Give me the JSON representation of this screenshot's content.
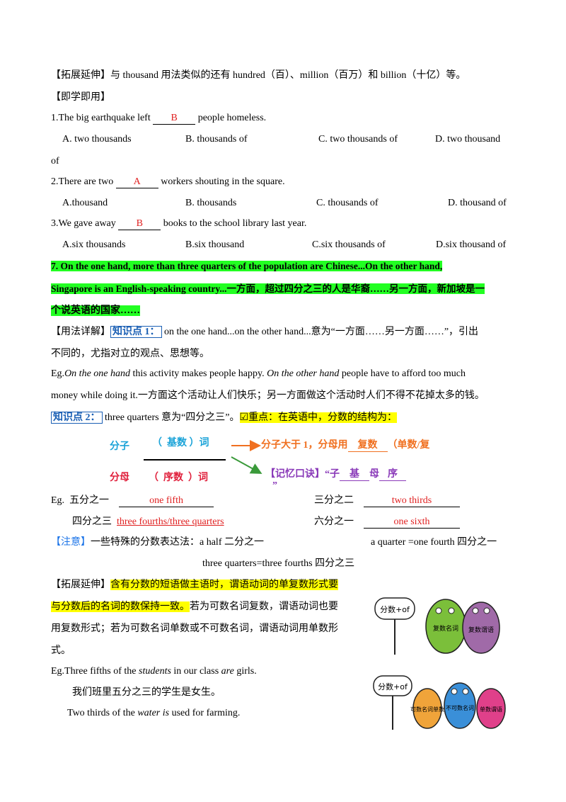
{
  "l1": {
    "tag": "【拓展延伸】",
    "text": "与 thousand 用法类似的还有 hundred（百）、million（百万）和 billion（十亿）等。"
  },
  "l2": {
    "tag": "【即学即用】"
  },
  "q1": {
    "stem_a": "1.The  big  earthquake  left ",
    "answer": "B",
    "stem_b": " people  homeless.",
    "a": "A.  two  thousands",
    "b": "B.  thousands  of",
    "c": "C.  two  thousands  of",
    "d": "D.  two  thousand",
    "d_wrap": "of"
  },
  "q2": {
    "stem_a": "2.There  are  two ",
    "answer": "A",
    "stem_b": " workers  shouting  in  the  square.",
    "a": "A.thousand",
    "b": "B.  thousands",
    "c": "C.  thousands  of",
    "d": "D.  thousand  of"
  },
  "q3": {
    "stem_a": "3.We  gave  away ",
    "answer": "B",
    "stem_b": " books  to  the  school  library  last  year.",
    "a": "A.six  thousands",
    "b": "B.six  thousand",
    "c": "C.six  thousands  of",
    "d": "D.six  thousand  of"
  },
  "s7": {
    "line1": "7.  On  the  one  hand,  more  than  three  quarters  of  the  population  are  Chinese...On  the  other  hand,",
    "line2": "Singapore  is  an  English-speaking  country...一方面，超过四分之三的人是华裔……另一方面，新加坡是一",
    "line3": "个说英语的国家……"
  },
  "k1": {
    "tag": "【用法详解】",
    "label": "知识点 1：",
    "text": " on  the  one  hand...on  the  other  hand...意为“一方面……另一方面……”，引出",
    "text2": "不同的，尤指对立的观点、思想等。"
  },
  "eg1": {
    "prefix": "Eg.",
    "i1": "On  the  one  hand",
    "m1": " this  activity  makes  people  happy. ",
    "i2": "On  the  other  hand",
    "m2": " people  have  to  afford  too  much",
    "line2": "money  while  doing  it.一方面这个活动让人们快乐；另一方面做这个活动时人们不得不花掉太多的钱。"
  },
  "k2": {
    "label": "知识点 2：",
    "text": " three  quarters 意为“四分之三”。",
    "check": "☑",
    "focus": "重点：在英语中，分数的结构为："
  },
  "diagram": {
    "numerator": "分子",
    "open1": "（",
    "num_word": "基数",
    "close1": "）词",
    "denominator": "分母",
    "open2": "（",
    "den_word": "序数",
    "close2": "）词",
    "rule_a": "分子大于 1，分母用",
    "rule_blank": "复数",
    "rule_b": "（单数/复",
    "mnemonic_a": "【记忆口诀】“子",
    "mnemonic_b": "基",
    "mnemonic_c": "母",
    "mnemonic_d": "序",
    "quote_end": "”"
  },
  "fractions": {
    "prefix": "Eg.",
    "f1_cn": "五分之一",
    "f1_en": "one fifth",
    "f2_cn": "三分之二",
    "f2_en": "two thirds",
    "f3_cn": "四分之三",
    "f3_en": "three fourths/three quarters",
    "f4_cn": "六分之一",
    "f4_en": "one sixth"
  },
  "note": {
    "tag": "【注意】",
    "text": "一些特殊的分数表达法：a  half  二分之一",
    "text_b": "a  quarter  =one  fourth  四分之一",
    "line2": "three  quarters=three  fourths  四分之三"
  },
  "ext": {
    "tag": "【拓展延伸】",
    "hl1": "含有分数的短语做主语时，谓语动词的单复数形式要",
    "hl2": "与分数后的名词的数保持一致。",
    "rest2": "若为可数名词复数，谓语动词也要",
    "line3": "用复数形式；若为可数名词单数或不可数名词，谓语动词用单数形",
    "line4": "式。"
  },
  "eg2": {
    "a": "Eg.Three  fifths  of  the ",
    "i1": "students",
    "b": " in  our  class ",
    "i2": "are",
    "c": " girls.",
    "cn": "我们班里五分之三的学生是女生。",
    "d": "Two  thirds  of  the ",
    "i3": "water",
    "e": " ",
    "i4": "is",
    "f": " used  for  farming."
  },
  "cartoon1": {
    "sign": "分数+of",
    "b1": "复数名词",
    "b2": "复数谓语"
  },
  "cartoon2": {
    "sign": "分数+of",
    "b1": "可数名词单数",
    "b2": "不可数名词",
    "b3": "单数谓语"
  }
}
